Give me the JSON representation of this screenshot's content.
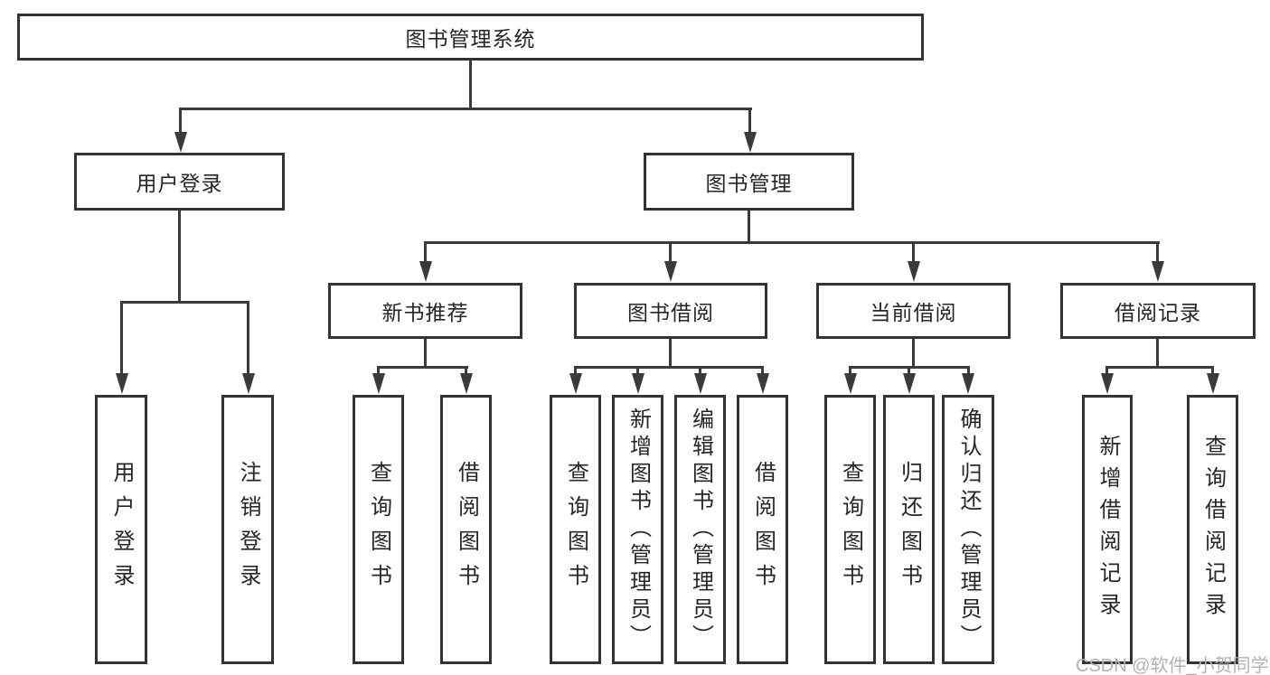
{
  "colors": {
    "line": "#3a3a3a",
    "border": "#333333",
    "text": "#262626",
    "watermark": "#b2b2b2",
    "background": "#ffffff"
  },
  "root": {
    "label": "图书管理系统"
  },
  "level2": {
    "user_login": {
      "label": "用户登录"
    },
    "book_mgmt": {
      "label": "图书管理"
    }
  },
  "level3": {
    "new_books": {
      "label": "新书推荐"
    },
    "book_borrow": {
      "label": "图书借阅"
    },
    "current_borrow": {
      "label": "当前借阅"
    },
    "borrow_records": {
      "label": "借阅记录"
    }
  },
  "leaves": {
    "login": "用户登录",
    "logout": "注销登录",
    "nb_query": "查询图书",
    "nb_borrow": "借阅图书",
    "bb_query": "查询图书",
    "bb_add": "新增图书（管理员）",
    "bb_edit": "编辑图书（管理员）",
    "bb_borrow": "借阅图书",
    "cb_query": "查询图书",
    "cb_return": "归还图书",
    "cb_confirm": "确认归还（管理员）",
    "br_add": "新增借阅记录",
    "br_query": "查询借阅记录"
  },
  "watermark": "CSDN @软件_小贺同学"
}
